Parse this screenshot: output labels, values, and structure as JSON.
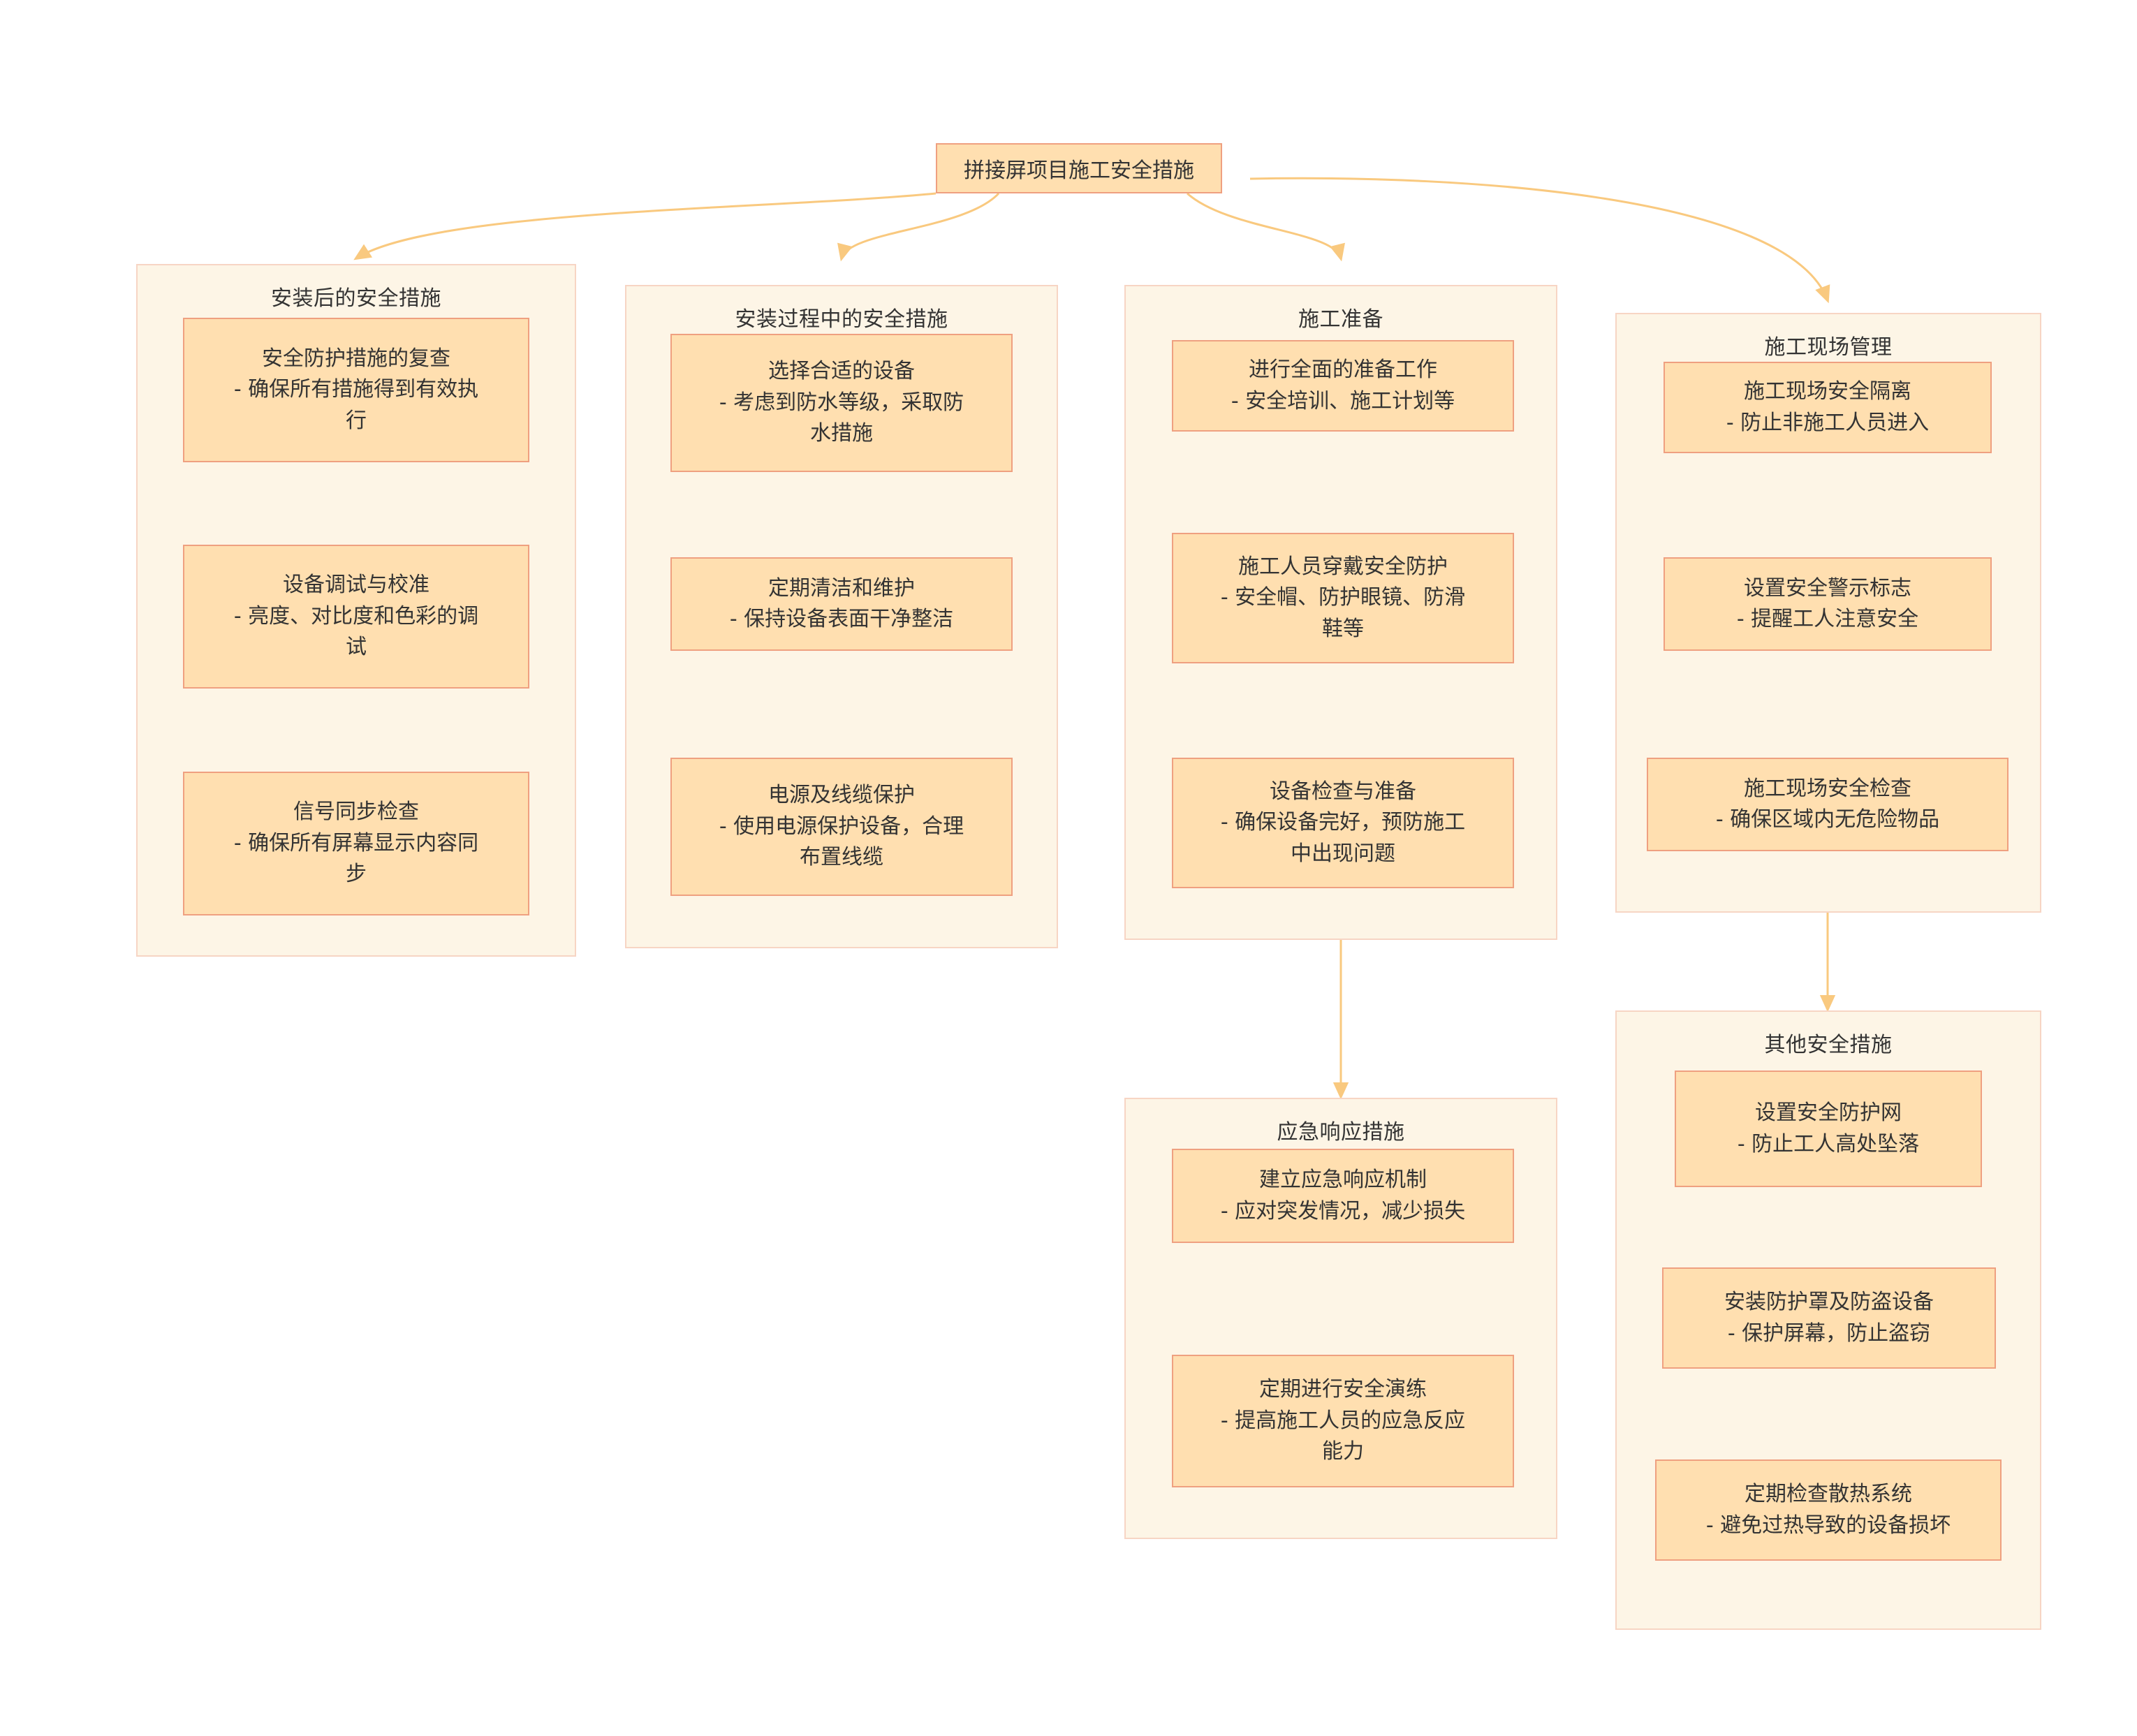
{
  "diagram": {
    "title": "拼接屏项目施工安全措施",
    "type": "flowchart",
    "edge_color": "#f9c97f",
    "node_fill": "#ffdfb0",
    "node_border": "#efa080",
    "cluster_fill": "#fdf5e6",
    "cluster_border": "#f7d5c4",
    "background": "#ffffff"
  },
  "root": {
    "label": "拼接屏项目施工安全措施"
  },
  "clusters": [
    {
      "id": "post-install",
      "title": "安装后的安全措施",
      "nodes": [
        {
          "id": "pi1",
          "text": "安全防护措施的复查\n- 确保所有措施得到有效执\n行"
        },
        {
          "id": "pi2",
          "text": "设备调试与校准\n- 亮度、对比度和色彩的调\n试"
        },
        {
          "id": "pi3",
          "text": "信号同步检查\n- 确保所有屏幕显示内容同\n步"
        }
      ]
    },
    {
      "id": "during-install",
      "title": "安装过程中的安全措施",
      "nodes": [
        {
          "id": "di1",
          "text": "选择合适的设备\n- 考虑到防水等级，采取防\n水措施"
        },
        {
          "id": "di2",
          "text": "定期清洁和维护\n- 保持设备表面干净整洁"
        },
        {
          "id": "di3",
          "text": "电源及线缆保护\n- 使用电源保护设备，合理\n布置线缆"
        }
      ]
    },
    {
      "id": "prep",
      "title": "施工准备",
      "nodes": [
        {
          "id": "pr1",
          "text": "进行全面的准备工作\n- 安全培训、施工计划等"
        },
        {
          "id": "pr2",
          "text": "施工人员穿戴安全防护\n- 安全帽、防护眼镜、防滑\n鞋等"
        },
        {
          "id": "pr3",
          "text": "设备检查与准备\n- 确保设备完好，预防施工\n中出现问题"
        }
      ]
    },
    {
      "id": "site-mgmt",
      "title": "施工现场管理",
      "nodes": [
        {
          "id": "sm1",
          "text": "施工现场安全隔离\n- 防止非施工人员进入"
        },
        {
          "id": "sm2",
          "text": "设置安全警示标志\n- 提醒工人注意安全"
        },
        {
          "id": "sm3",
          "text": "施工现场安全检查\n- 确保区域内无危险物品"
        }
      ]
    },
    {
      "id": "emergency",
      "title": "应急响应措施",
      "nodes": [
        {
          "id": "em1",
          "text": "建立应急响应机制\n- 应对突发情况，减少损失"
        },
        {
          "id": "em2",
          "text": "定期进行安全演练\n- 提高施工人员的应急反应\n能力"
        }
      ]
    },
    {
      "id": "other",
      "title": "其他安全措施",
      "nodes": [
        {
          "id": "ot1",
          "text": "设置安全防护网\n- 防止工人高处坠落"
        },
        {
          "id": "ot2",
          "text": "安装防护罩及防盗设备\n- 保护屏幕，防止盗窃"
        },
        {
          "id": "ot3",
          "text": "定期检查散热系统\n- 避免过热导致的设备损坏"
        }
      ]
    }
  ],
  "edges": [
    {
      "from": "root",
      "to": "post-install"
    },
    {
      "from": "root",
      "to": "during-install"
    },
    {
      "from": "root",
      "to": "prep"
    },
    {
      "from": "root",
      "to": "site-mgmt"
    },
    {
      "from": "pi1",
      "to": "pi2"
    },
    {
      "from": "pi2",
      "to": "pi3"
    },
    {
      "from": "di1",
      "to": "di2"
    },
    {
      "from": "di2",
      "to": "di3"
    },
    {
      "from": "pr1",
      "to": "pr2"
    },
    {
      "from": "pr2",
      "to": "pr3"
    },
    {
      "from": "sm1",
      "to": "sm2"
    },
    {
      "from": "sm2",
      "to": "sm3"
    },
    {
      "from": "prep",
      "to": "emergency"
    },
    {
      "from": "em1",
      "to": "em2"
    },
    {
      "from": "site-mgmt",
      "to": "other"
    },
    {
      "from": "ot1",
      "to": "ot2"
    },
    {
      "from": "ot2",
      "to": "ot3"
    }
  ]
}
